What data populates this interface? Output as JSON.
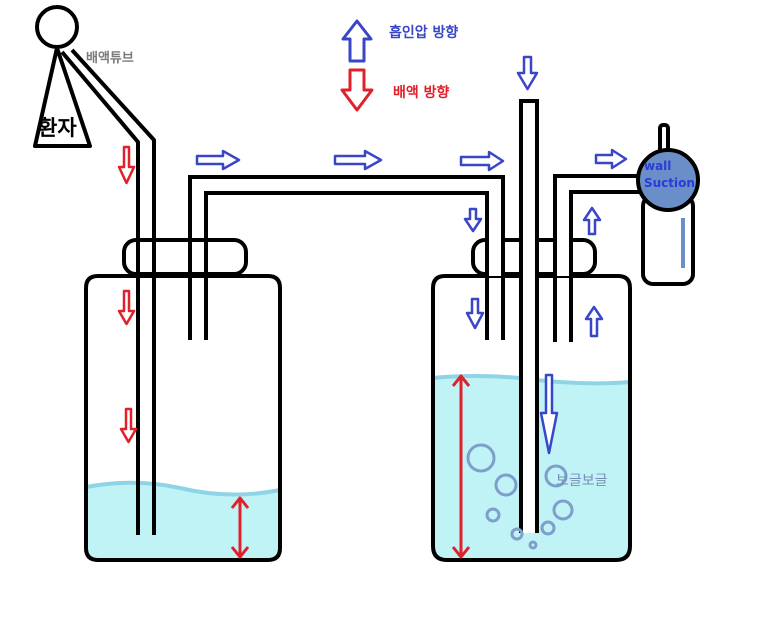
{
  "labels": {
    "patient": "환자",
    "drain_tube": "배액튜브",
    "suction_direction": "흡인압 방향",
    "drain_direction": "배액 방향",
    "wall_suction_line1": "wall",
    "wall_suction_line2": "Suction",
    "bubbling": "보글보글"
  },
  "colors": {
    "suction_arrow": "#3a46c8",
    "drain_arrow": "#e0202a",
    "water": "#bff3f6",
    "water_surface": "#8fd3e6",
    "level_marker": "#e0202a",
    "bubble": "#7f9ecb",
    "suction_unit": "#6a8fc8",
    "outline": "#000000"
  },
  "legend": {
    "suction_icon": "arrow-up-outline-blue",
    "drain_icon": "arrow-down-outline-red"
  }
}
